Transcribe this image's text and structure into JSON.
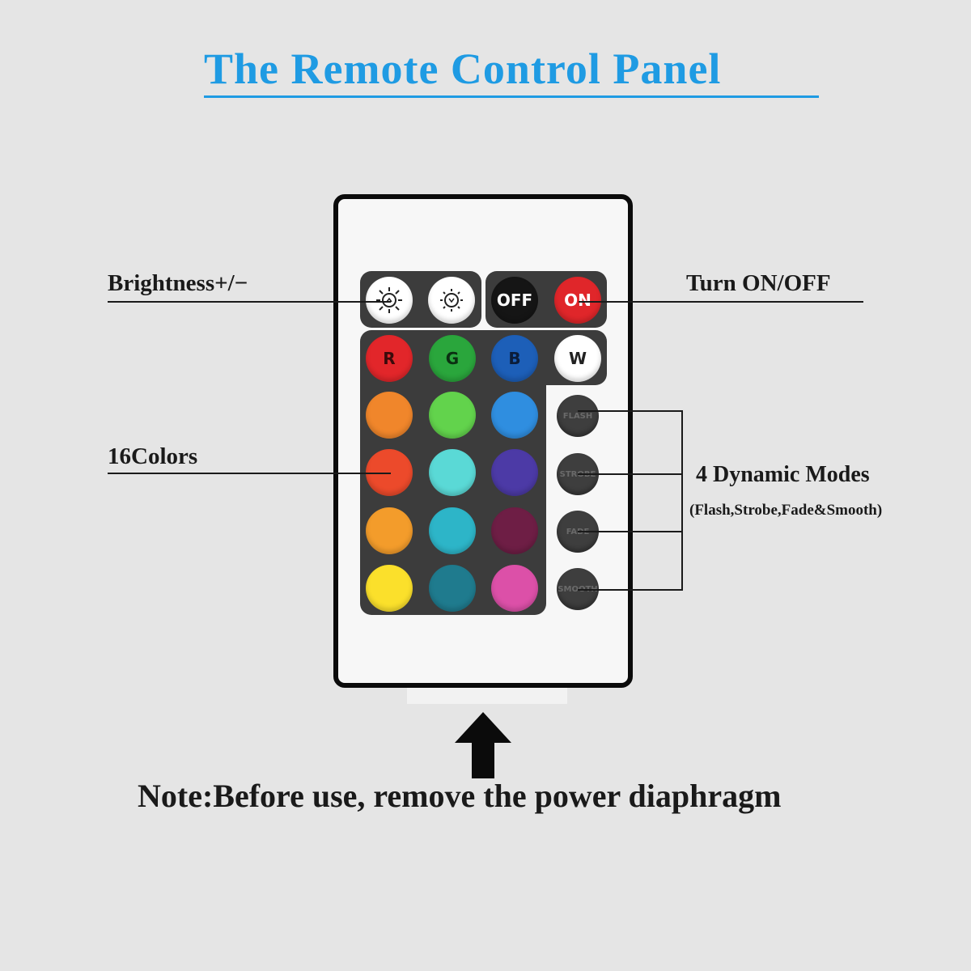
{
  "title": "The Remote Control Panel",
  "callouts": {
    "brightness": "Brightness+/−",
    "power": "Turn ON/OFF",
    "colors": "16Colors",
    "modes_title": "4 Dynamic Modes",
    "modes_detail": "(Flash,Strobe,Fade&Smooth)"
  },
  "note": "Note:Before use, remove the power diaphragm",
  "remote": {
    "power_buttons": [
      {
        "label": "OFF",
        "color": "#151515",
        "text_color": "#ffffff"
      },
      {
        "label": "ON",
        "color": "#e0262a",
        "text_color": "#ffffff"
      }
    ],
    "brightness_buttons": [
      {
        "icon": "brightness-up-icon",
        "color": "#ffffff"
      },
      {
        "icon": "brightness-down-icon",
        "color": "#ffffff"
      }
    ],
    "rgbw_buttons": [
      {
        "label": "R",
        "color": "#e2262a",
        "text_color": "#3a0b0b"
      },
      {
        "label": "G",
        "color": "#2aa63c",
        "text_color": "#0b2f12"
      },
      {
        "label": "B",
        "color": "#1d5fb8",
        "text_color": "#0b1d3a"
      },
      {
        "label": "W",
        "color": "#ffffff",
        "text_color": "#222222"
      }
    ],
    "color_buttons": [
      [
        "#f0862b",
        "#62d34c",
        "#2f8ee0"
      ],
      [
        "#ec4a2b",
        "#5ad9d6",
        "#4c3aa6"
      ],
      [
        "#f39c2b",
        "#2db5c8",
        "#6e1e45"
      ],
      [
        "#fbe02b",
        "#1f7b8e",
        "#dc50a8"
      ]
    ],
    "mode_buttons": [
      "FLASH",
      "STROBE",
      "FADE",
      "SMOOTH"
    ]
  }
}
